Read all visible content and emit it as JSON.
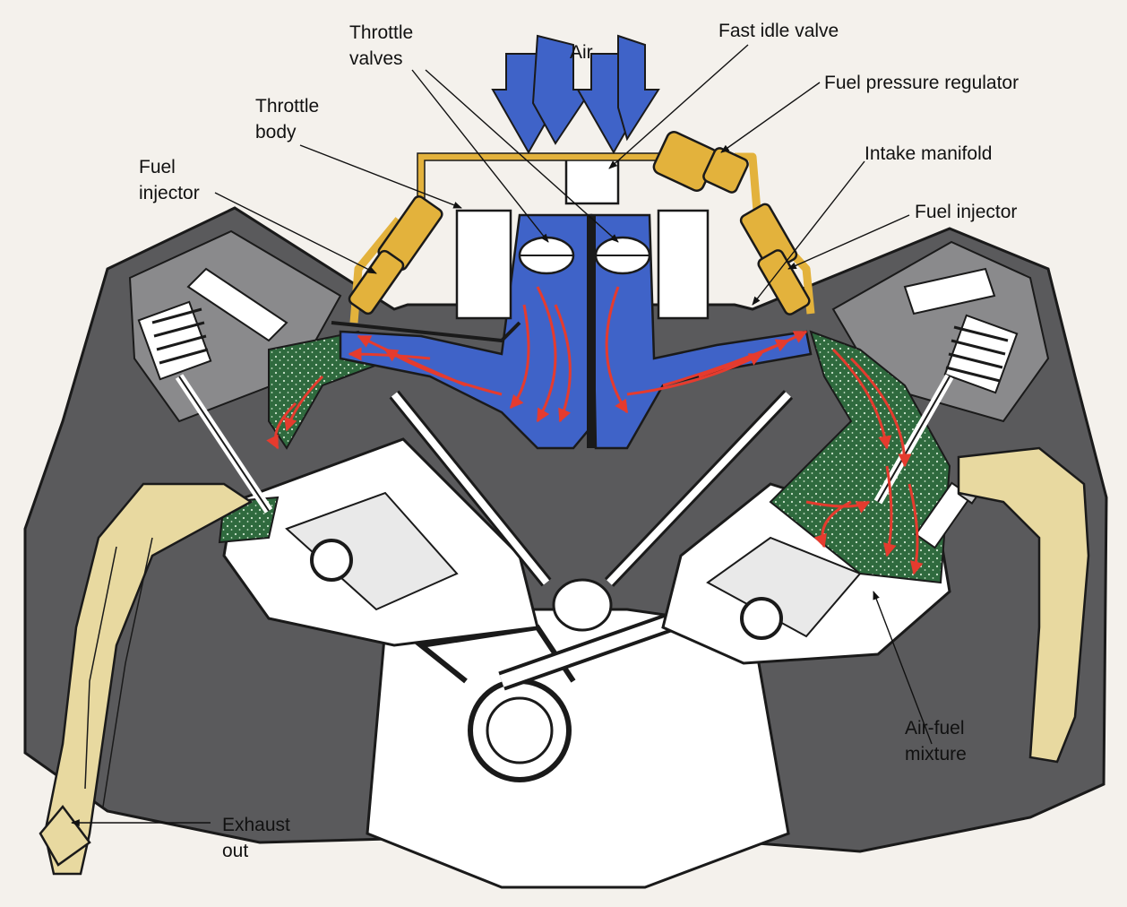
{
  "labels": {
    "air": "Air",
    "throttle_valves": "Throttle\nvalves",
    "fast_idle_valve": "Fast idle valve",
    "fuel_pressure_regulator": "Fuel pressure regulator",
    "throttle_body": "Throttle\nbody",
    "intake_manifold": "Intake manifold",
    "fuel_injector_left": "Fuel\ninjector",
    "fuel_injector_right": "Fuel injector",
    "air_fuel_mixture": "Air-fuel\nmixture",
    "exhaust_out": "Exhaust\nout"
  },
  "colors": {
    "background": "#f4f1ec",
    "engine_block": "#5a5a5c",
    "block_outline": "#1a1a1a",
    "intake_air": "#3f63c8",
    "air_fuel_mixture": "#2f6a3e",
    "exhaust_gas": "#e8d9a0",
    "fuel_lines": "#e3b23c",
    "flow_arrows": "#e53b2e"
  }
}
